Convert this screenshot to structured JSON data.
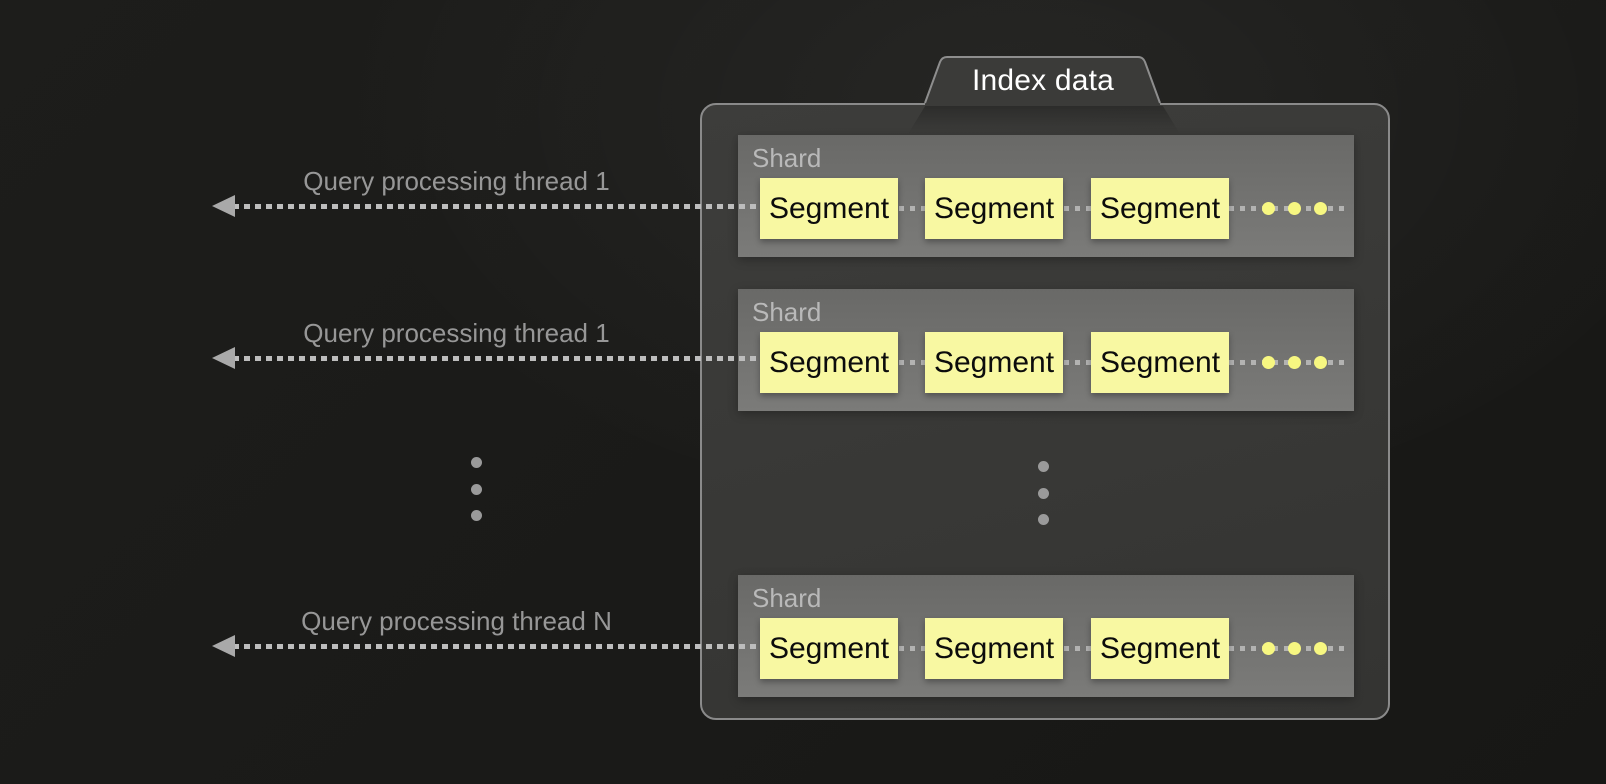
{
  "index_panel": {
    "label": "Index data",
    "shards": [
      {
        "label": "Shard",
        "segments": [
          {
            "label": "Segment"
          },
          {
            "label": "Segment"
          },
          {
            "label": "Segment"
          }
        ]
      },
      {
        "label": "Shard",
        "segments": [
          {
            "label": "Segment"
          },
          {
            "label": "Segment"
          },
          {
            "label": "Segment"
          }
        ]
      },
      {
        "label": "Shard",
        "segments": [
          {
            "label": "Segment"
          },
          {
            "label": "Segment"
          },
          {
            "label": "Segment"
          }
        ]
      }
    ]
  },
  "threads": [
    {
      "label": "Query processing thread 1"
    },
    {
      "label": "Query processing thread 1"
    },
    {
      "label": "Query processing thread N"
    }
  ],
  "colors": {
    "background": "#1a1a18",
    "panel_fill": "#383836",
    "panel_border": "#8a8a8a",
    "shard_fill": "#737371",
    "segment_fill": "#f8f8a2",
    "ellipsis_yellow": "#f7f781",
    "arrow_gray": "#b5b5b5",
    "label_gray": "#979797",
    "title_white": "#ffffff"
  }
}
